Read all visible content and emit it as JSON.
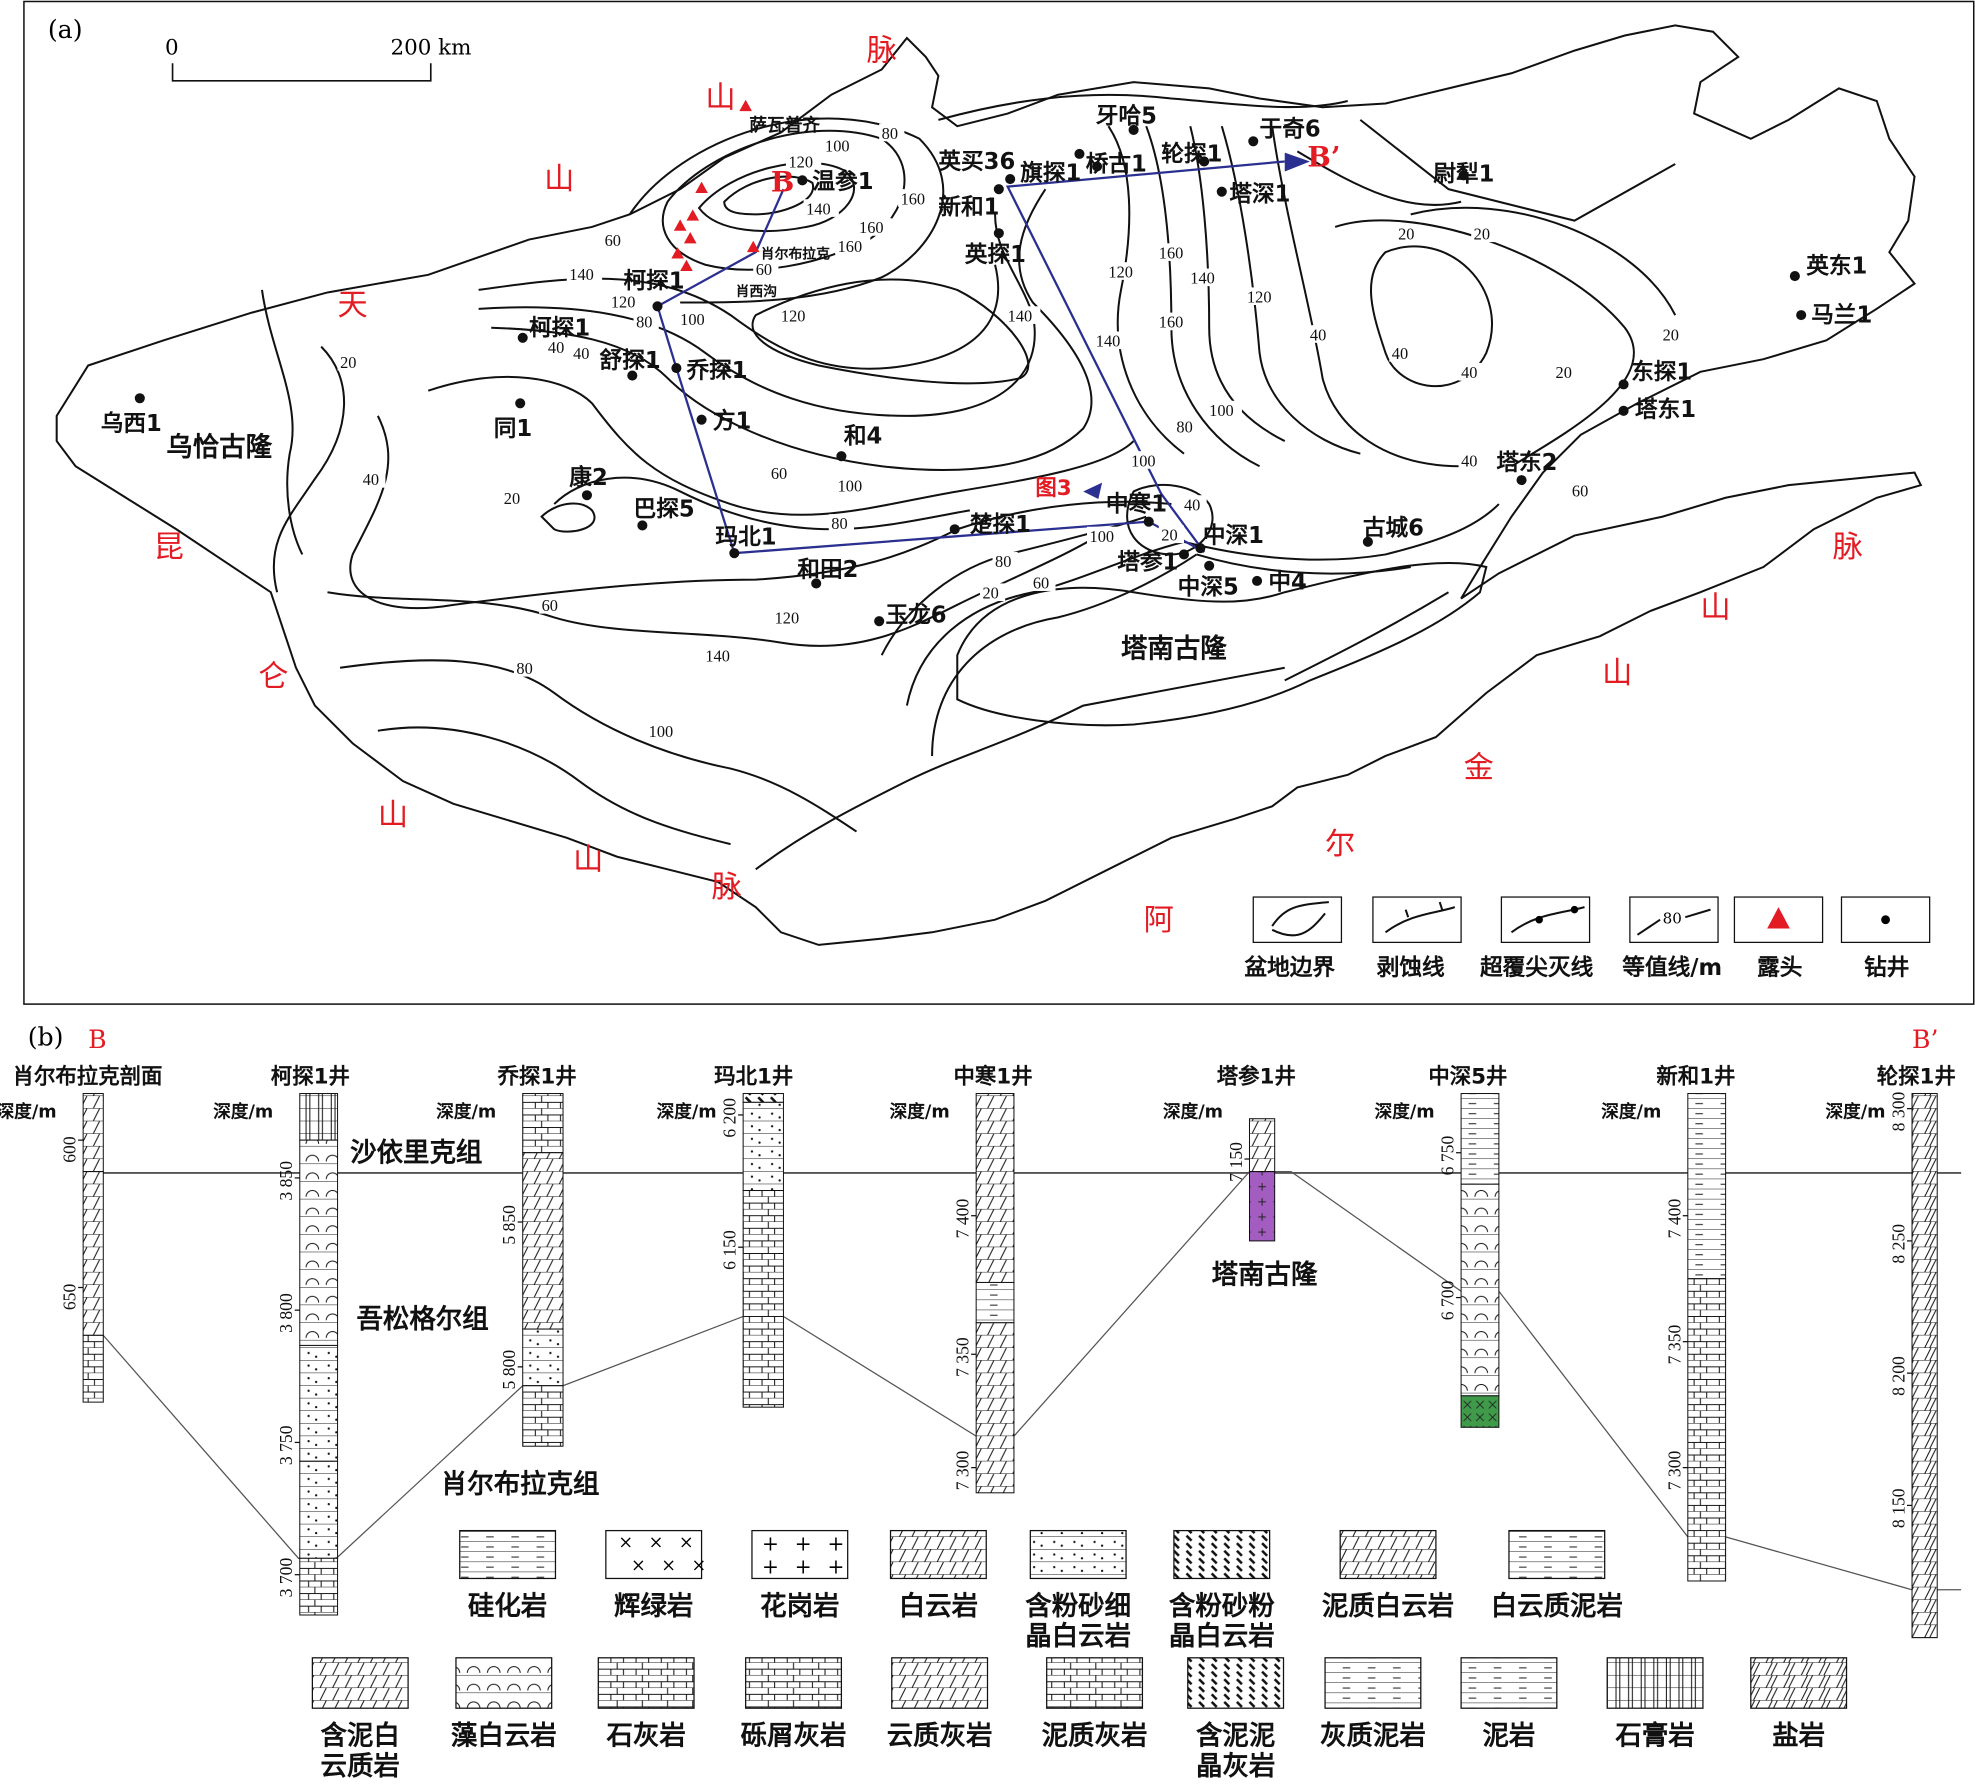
{
  "panel_a": {
    "label": "(a)",
    "scale_bar": {
      "start": "0",
      "end": "200 km"
    },
    "mountains": [
      "天",
      "山",
      "山",
      "脉",
      "昆",
      "仑",
      "山",
      "山",
      "脉",
      "阿",
      "尔",
      "金",
      "山",
      "山",
      "脉"
    ],
    "regions": {
      "wuqia": "乌恰古隆",
      "tanan": "塔南古隆"
    },
    "outcrops": {
      "sawapuqi": "萨瓦普齐",
      "xiaoerbulake": "肖尔布拉克",
      "xiaoxigou": "肖西沟"
    },
    "section_ends": {
      "start": "B",
      "end": "B’"
    },
    "figure_ref": "图3",
    "wells": [
      "乌西1",
      "同1",
      "柯探1",
      "舒探1",
      "乔探1",
      "方1",
      "康2",
      "巴探5",
      "玛北1",
      "和田2",
      "和4",
      "楚探1",
      "玉龙6",
      "中寒1",
      "塔参1",
      "中深1",
      "中深5",
      "中4",
      "古城6",
      "塔东2",
      "塔东1",
      "东探1",
      "英东1",
      "马兰1",
      "尉犁1",
      "于奇6",
      "塔深1",
      "轮探1",
      "桥古1",
      "旗探1",
      "英买36",
      "新和1",
      "英探1",
      "牙哈5",
      "温参1",
      "柯探1"
    ],
    "contour_labels": [
      "20",
      "40",
      "60",
      "80",
      "100",
      "120",
      "140",
      "160",
      "160",
      "140",
      "120",
      "100",
      "80",
      "60",
      "40",
      "20",
      "40",
      "60",
      "80",
      "100",
      "120",
      "140",
      "160",
      "120",
      "120",
      "160",
      "140",
      "120",
      "100",
      "40",
      "20",
      "20",
      "40",
      "40",
      "20",
      "20",
      "40",
      "60",
      "80",
      "100",
      "20",
      "60",
      "80",
      "100",
      "100",
      "60",
      "80",
      "40",
      "20",
      "140",
      "140",
      "160"
    ],
    "legend": [
      {
        "label": "盆地边界",
        "icon": "basin-boundary"
      },
      {
        "label": "剥蚀线",
        "icon": "erosion-line"
      },
      {
        "label": "超覆尖灭线",
        "icon": "onlap-pinchout-line"
      },
      {
        "label": "等值线/m",
        "icon": "contour-line",
        "sample": "80"
      },
      {
        "label": "露头",
        "icon": "outcrop-triangle",
        "color": "#e31b23"
      },
      {
        "label": "钻井",
        "icon": "well-dot"
      }
    ]
  },
  "panel_b": {
    "label": "(b)",
    "section_ends": {
      "start": "B",
      "end": "B’"
    },
    "depth_label": "深度/m",
    "columns": [
      {
        "name": "肖尔布拉克剖面",
        "ticks": [
          "600",
          "650"
        ]
      },
      {
        "name": "柯探1井",
        "ticks": [
          "3 850",
          "3 800",
          "3 750",
          "3 700"
        ]
      },
      {
        "name": "乔探1井",
        "ticks": [
          "5 850",
          "5 800"
        ]
      },
      {
        "name": "玛北1井",
        "ticks": [
          "6 200",
          "6 150"
        ]
      },
      {
        "name": "中寒1井",
        "ticks": [
          "7 400",
          "7 350",
          "7 300"
        ]
      },
      {
        "name": "塔参1井",
        "ticks": [
          "7 150"
        ]
      },
      {
        "name": "中深5井",
        "ticks": [
          "6 750",
          "6 700"
        ]
      },
      {
        "name": "新和1井",
        "ticks": [
          "7 400",
          "7 350",
          "7 300"
        ]
      },
      {
        "name": "轮探1井",
        "ticks": [
          "8 300",
          "8 250",
          "8 200",
          "8 150"
        ]
      }
    ],
    "formations": {
      "top": "沙依里克组",
      "middle": "吾松格尔组",
      "bottom": "肖尔布拉克组",
      "uplift": "塔南古隆"
    },
    "lithology_legend_row1": [
      "硅化岩",
      "辉绿岩",
      "花岗岩",
      "白云岩",
      "含粉砂细\n晶白云岩",
      "含粉砂粉\n晶白云岩",
      "泥质白云岩",
      "白云质泥岩"
    ],
    "lithology_legend_row2": [
      "含泥白\n云质岩",
      "藻白云岩",
      "石灰岩",
      "砾屑灰岩",
      "云质灰岩",
      "泥质灰岩",
      "含泥泥\n晶灰岩",
      "灰质泥岩",
      "泥岩",
      "石膏岩",
      "盐岩"
    ],
    "colors": {
      "granite": "#a35cc0",
      "diabase": "#3f9a4a",
      "section_line": "#2b2f8f",
      "red": "#e31b23"
    }
  }
}
